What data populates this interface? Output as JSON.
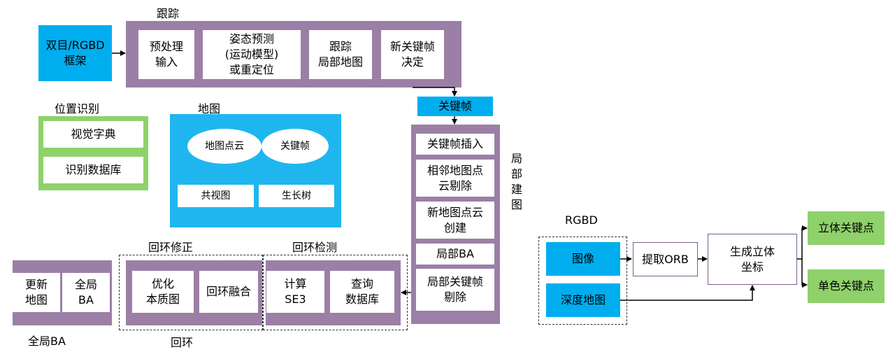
{
  "tracking": {
    "label": "跟踪",
    "boxes": [
      "预处理\n输入",
      "姿态预测\n(运动模型)\n或重定位",
      "跟踪\n局部地图",
      "新关键帧\n决定"
    ]
  },
  "input_frame": "双目/RGBD\n框架",
  "keyframe_tag": "关键帧",
  "place_recognition": {
    "label": "位置识别",
    "items": [
      "视觉字典",
      "识别数据库"
    ]
  },
  "map": {
    "label": "地图",
    "ellipses": [
      "地图点云",
      "关键帧"
    ],
    "boxes": [
      "共视图",
      "生长树"
    ]
  },
  "local_mapping": {
    "label": "局\n部\n建\n图",
    "boxes": [
      "关键帧插入",
      "相邻地图点\n云剔除",
      "新地图点云\n创建",
      "局部BA",
      "局部关键帧\n剔除"
    ]
  },
  "loop_detection": {
    "label": "回环检测",
    "boxes": [
      "计算\nSE3",
      "查询\n数据库"
    ]
  },
  "loop_correction": {
    "label": "回环修正",
    "boxes": [
      "优化\n本质图",
      "回环融合"
    ]
  },
  "loop_label": "回环",
  "global_ba": {
    "label": "全局BA",
    "boxes": [
      "更新\n地图",
      "全局\nBA"
    ]
  },
  "rgbd": {
    "label": "RGBD",
    "image": "图像",
    "depth": "深度地图",
    "extract": "提取ORB",
    "stereo": "生成立体\n坐标",
    "out_stereo": "立体关键点",
    "out_mono": "单色关键点"
  },
  "colors": {
    "purple": "#9b7fa6",
    "blue": "#00aeef",
    "green": "#8fd16a"
  }
}
